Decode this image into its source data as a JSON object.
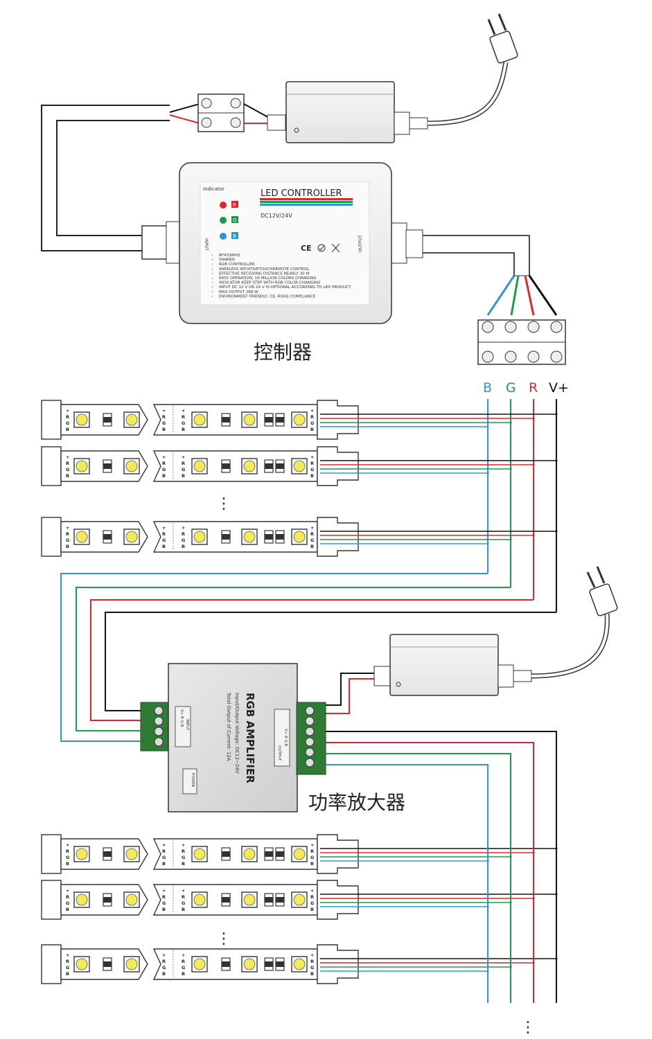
{
  "controller": {
    "indicator_label": "Indicator",
    "title": "LED CONTROLLER",
    "voltage": "DC12V/24V",
    "input_label": "INPUT",
    "output_label": "OUTPUT",
    "indicator_letters": [
      "R",
      "G",
      "B"
    ],
    "cert_marks": "CE",
    "spec_lines": [
      "RF433MHZ",
      "DIMMER",
      "RGB CONTROLLER",
      "WIRELESS INTUITIVETOUCHREMOTE CONTROL",
      "EFFECTIVE RECEIVING DISTANCE NEARLY 30 M",
      "EASY OPERATION, 16 MILLION COLORS CHANGING",
      "INDICATOR KEEP STEP WITH RGB COLOR CHANGING",
      "INPUT DC 12 V OR 24 V IS OPTIONAL ACCORDING TO LED PRODUCT",
      "MAX OUTPUT 288 W",
      "ENVIRONMENT FRIENDLY, CE, ROHS COMPLIANCE"
    ],
    "caption": "控制器"
  },
  "terminal_labels": [
    "B",
    "G",
    "R",
    "V+"
  ],
  "amplifier": {
    "title": "RGB AMPLIFIER",
    "line1": "Input/Output Voltage: DC12~24V",
    "line2": "Total Output of Current: 12A",
    "input_label": "INPUT",
    "input_pins": "V+ R G B",
    "output_label": "OUTPUT",
    "output_pins": "V+ R G B",
    "power_label": "POWER",
    "caption": "功率放大器"
  },
  "strip": {
    "pin_labels": [
      "+",
      "R",
      "G",
      "B"
    ]
  },
  "ellipsis": "⋮",
  "colors": {
    "blue": "#2e97d3",
    "green": "#1e9a4a",
    "red": "#e0262d",
    "black": "#111111",
    "led": "#f3ea5b",
    "terminal_green": "#2f7a35"
  }
}
